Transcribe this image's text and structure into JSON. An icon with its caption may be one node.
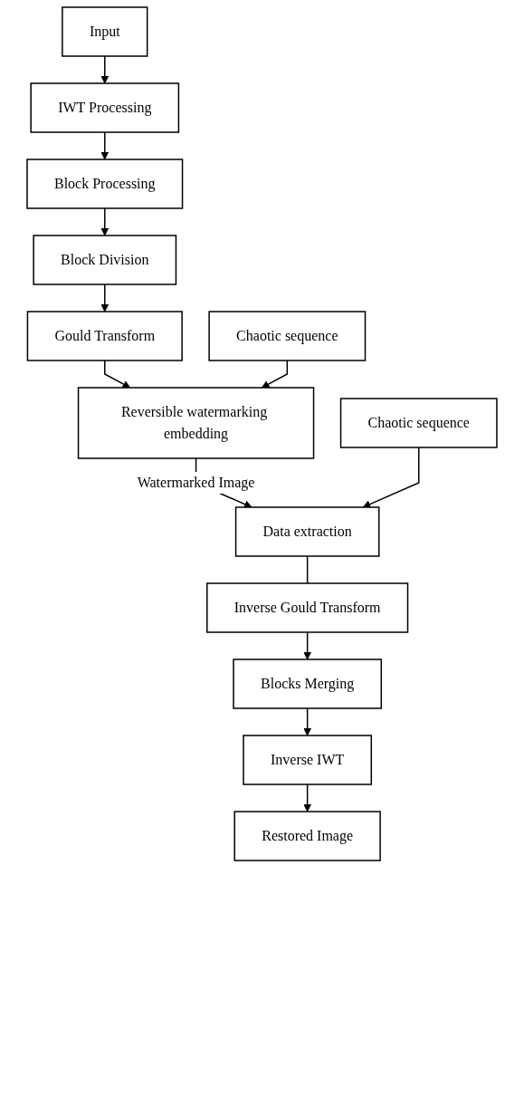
{
  "diagram": {
    "nodes": [
      {
        "text": [
          "Input"
        ]
      },
      {
        "text": [
          "IWT Processing"
        ]
      },
      {
        "text": [
          "Block Processing"
        ]
      },
      {
        "text": [
          "Block Division"
        ]
      },
      {
        "text": [
          "Gould Transform"
        ]
      },
      {
        "text": [
          "Chaotic sequence"
        ]
      },
      {
        "text": [
          "Reversible watermarking embedding"
        ]
      },
      {
        "text": [
          "Chaotic sequence"
        ]
      },
      {
        "text": [
          "Data extraction"
        ]
      },
      {
        "text": [
          "Inverse Gould Transform"
        ]
      },
      {
        "text": [
          "Blocks Merging"
        ]
      },
      {
        "text": [
          "Inverse IWT"
        ]
      },
      {
        "text": [
          "Restored Image"
        ]
      }
    ],
    "edges": [
      {
        "from": 0,
        "to": 1,
        "arrow": "to"
      },
      {
        "from": 1,
        "to": 2,
        "arrow": "to"
      },
      {
        "from": 2,
        "to": 3,
        "arrow": "to"
      },
      {
        "from": 3,
        "to": 4,
        "arrow": "to"
      },
      {
        "from": 4,
        "to": 6,
        "arrow": "to"
      },
      {
        "from": 5,
        "to": 6,
        "arrow": "to"
      },
      {
        "from": 6,
        "to": 8,
        "arrow": "to",
        "label": "Watermarked Image"
      },
      {
        "from": 7,
        "to": 8,
        "arrow": "to"
      },
      {
        "from": 8,
        "to": 9,
        "arrow": "none"
      },
      {
        "from": 9,
        "to": 10,
        "arrow": "to"
      },
      {
        "from": 10,
        "to": 11,
        "arrow": "to"
      },
      {
        "from": 11,
        "to": 12,
        "arrow": "to"
      }
    ]
  }
}
